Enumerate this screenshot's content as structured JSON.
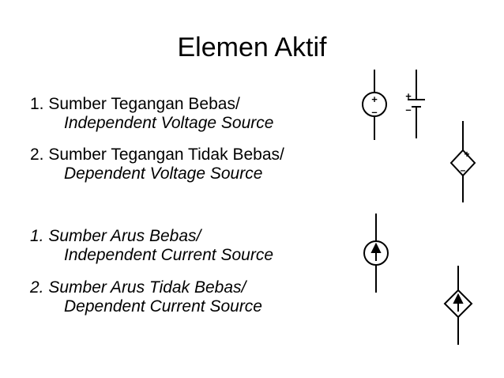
{
  "slide": {
    "title": "Elemen Aktif",
    "items": [
      {
        "main": "1. Sumber Tegangan Bebas/",
        "sub": "Independent Voltage Source"
      },
      {
        "main": "2. Sumber Tegangan Tidak Bebas/",
        "sub": "Dependent Voltage Source"
      },
      {
        "main": "1. Sumber Arus Bebas/",
        "sub": "Independent Current Source"
      },
      {
        "main": "2. Sumber Arus Tidak Bebas/",
        "sub": "Dependent Current Source"
      }
    ],
    "symbol_marks": {
      "plus": "+",
      "minus": "–"
    }
  }
}
